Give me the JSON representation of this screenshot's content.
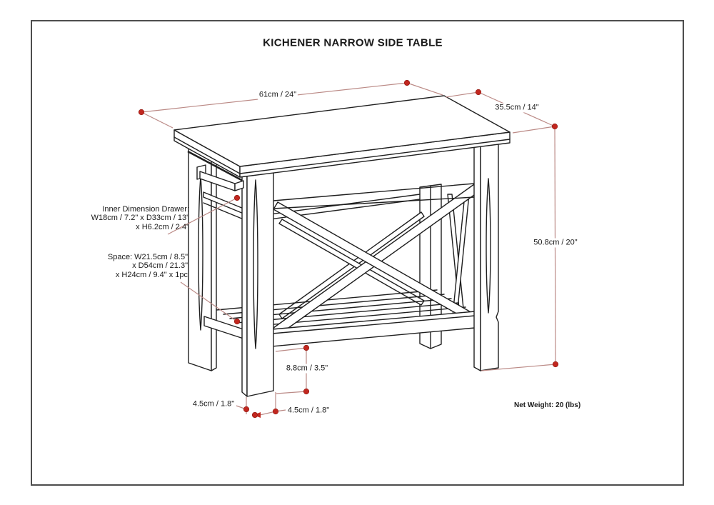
{
  "title": "KICHENER NARROW SIDE TABLE",
  "diagram": {
    "dimensions": {
      "width_label": "61cm / 24\"",
      "depth_label": "35.5cm / 14\"",
      "height_label": "50.8cm / 20\"",
      "shelf_clearance_label": "8.8cm / 3.5\"",
      "leg_width_left_label": "4.5cm / 1.8\"",
      "leg_width_right_label": "4.5cm / 1.8\""
    },
    "annotations": {
      "drawer_line1": "Inner Dimension Drawer:",
      "drawer_line2": "W18cm / 7.2\" x D33cm / 13\"",
      "drawer_line3": "x H6.2cm / 2.4\"",
      "space_line1": "Space: W21.5cm / 8.5\"",
      "space_line2": "x D54cm / 21.3\"",
      "space_line3": "x H24cm / 9.4\" x 1pc"
    },
    "net_weight": "Net Weight: 20 (lbs)",
    "colors": {
      "dimension_line": "#bb8a86",
      "dimension_dot": "#c1271f",
      "line_art": "#1f1f1f",
      "border": "#4d4d4d"
    }
  }
}
